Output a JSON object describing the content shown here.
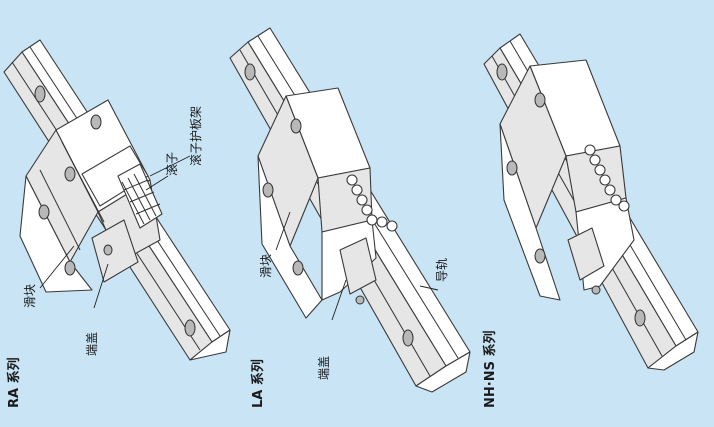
{
  "background": "#c8e4f5",
  "line_color": "#333333",
  "figures": [
    {
      "series_label": "RA 系列",
      "parts": [
        "滑块",
        "端盖",
        "滚子",
        "滚子护板架"
      ]
    },
    {
      "series_label": "LA 系列",
      "parts": [
        "滑块",
        "端盖",
        "导轨"
      ]
    },
    {
      "series_label": "NH·NS 系列",
      "parts": []
    }
  ]
}
